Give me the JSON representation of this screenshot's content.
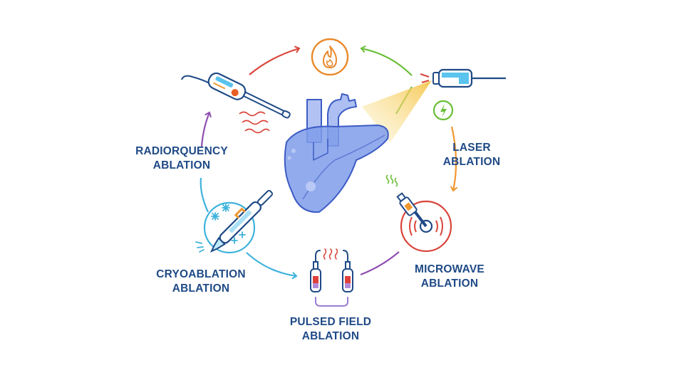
{
  "labels": {
    "radiofrequency": {
      "line1": "RADIORQUENCY",
      "line2": "ABLATION"
    },
    "laser": {
      "line1": "LASER",
      "line2": "ABLATION"
    },
    "microwave": {
      "line1": "MICROWAVE",
      "line2": "ABLATION"
    },
    "pulsed_field": {
      "line1": "PULSED FIELD",
      "line2": "ABLATION"
    },
    "cryoablation": {
      "line1": "CRYOABLATION",
      "line2": "ABLATION"
    }
  },
  "icons": [
    "flame-icon",
    "laser-device-icon",
    "lightning-icon",
    "microwave-probe-icon",
    "pulsed-field-electrodes-icon",
    "cryo-probe-icon",
    "rf-catheter-icon",
    "heart-icon"
  ],
  "colors": {
    "text": "#1f4a86",
    "heart": "#6f8fe6",
    "flame": "#e8892b",
    "red": "#d9453b",
    "green": "#6cbf3a",
    "cyan": "#3fb3dc",
    "purple": "#8e4fb0",
    "orange": "#f0972f"
  }
}
